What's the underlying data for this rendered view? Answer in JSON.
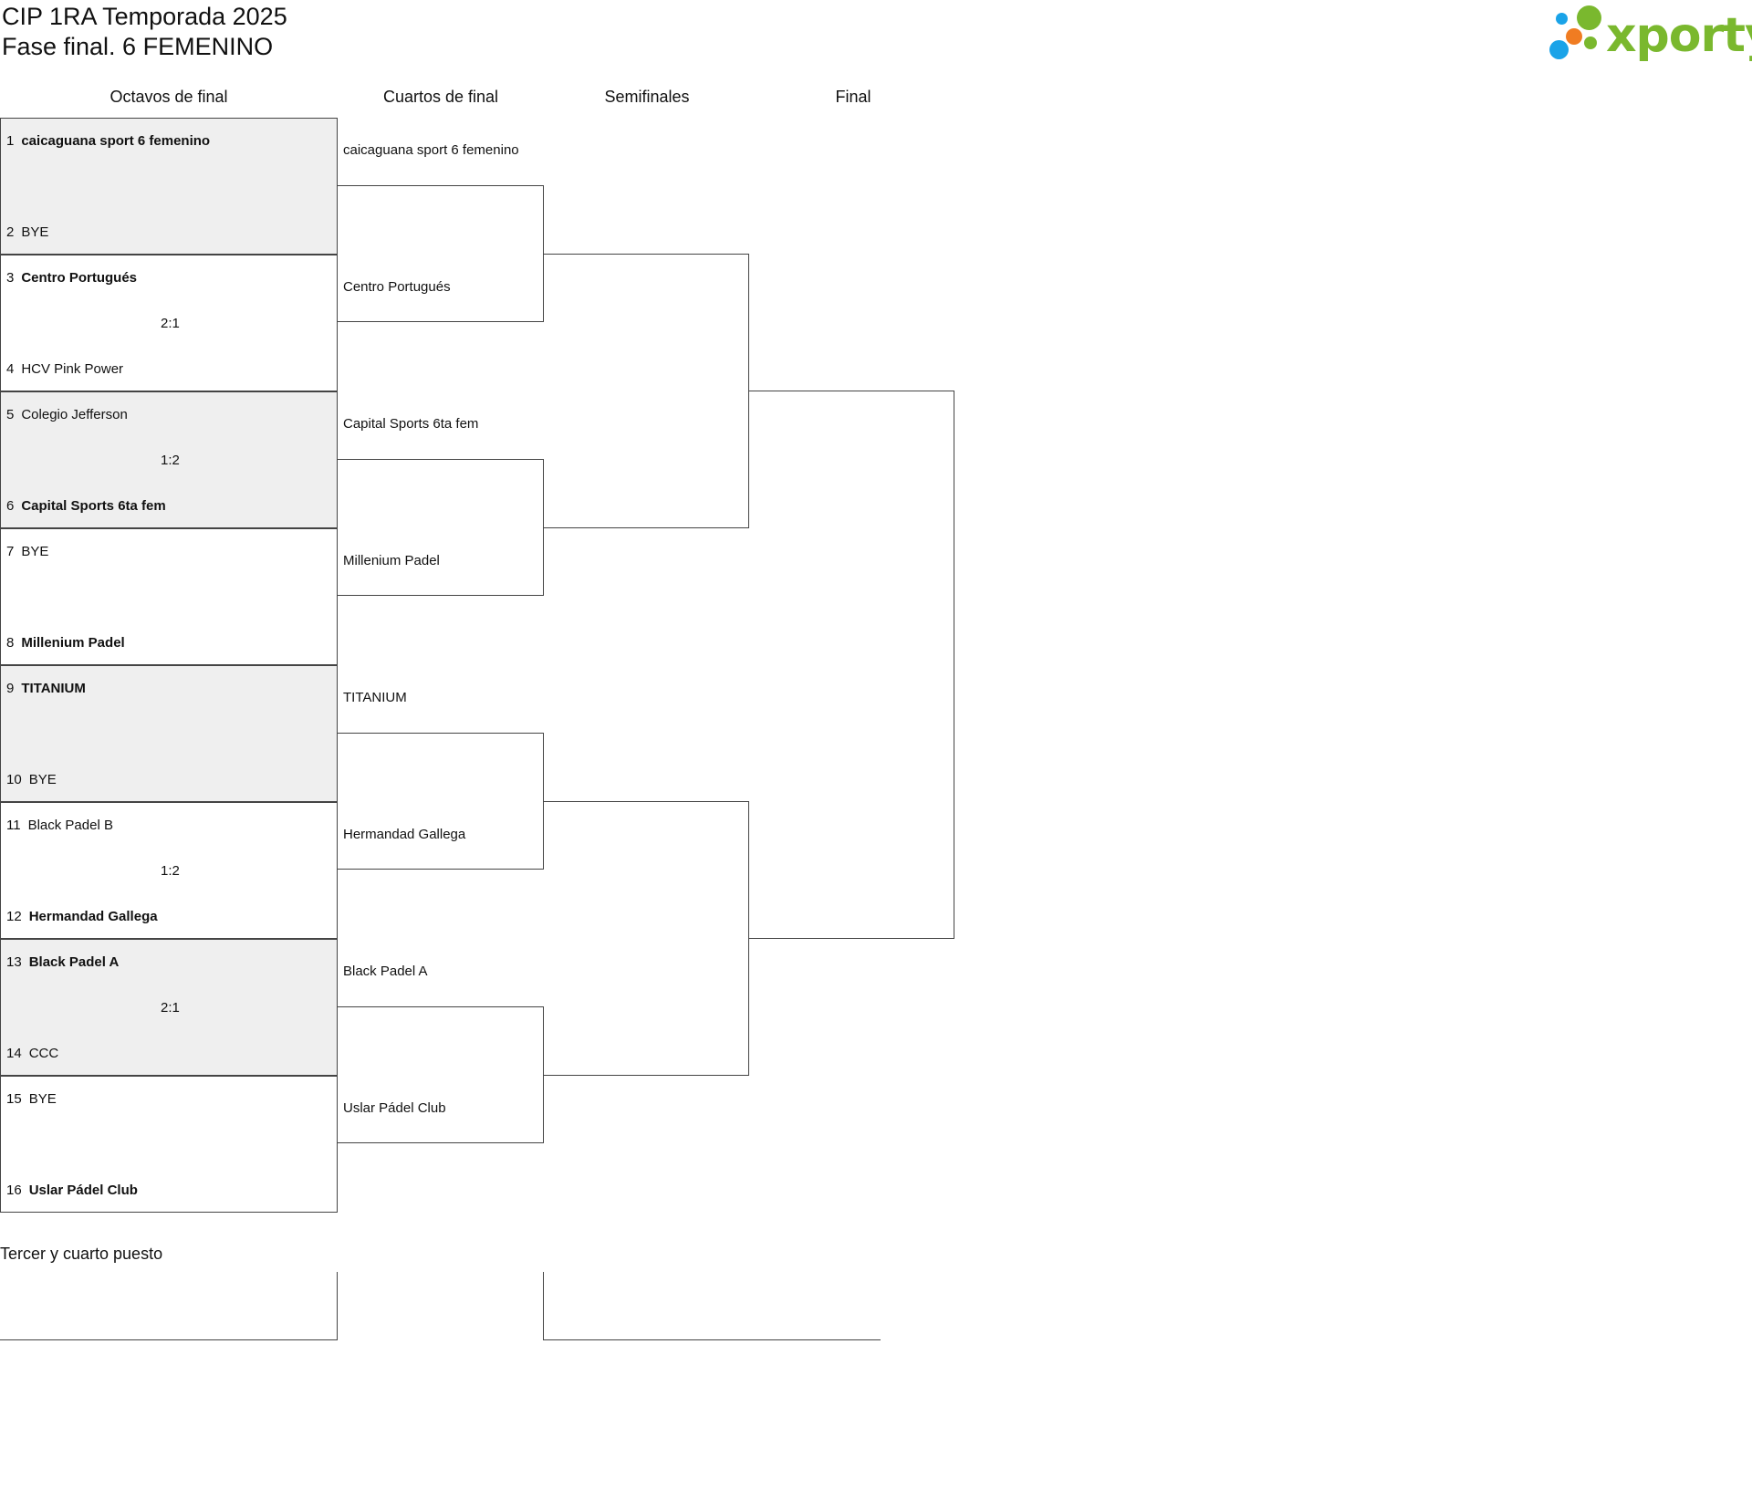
{
  "header": {
    "title_line1": "CIP 1RA Temporada 2025",
    "title_line2": "Fase final. 6 FEMENINO",
    "logo_text": "xporty"
  },
  "colors": {
    "logo_green": "#7ab82e",
    "logo_blue": "#1aa3e8",
    "logo_orange": "#f07c22",
    "shade": "#efefef"
  },
  "rounds": [
    "Octavos de final",
    "Cuartos de final",
    "Semifinales",
    "Final"
  ],
  "octavos": [
    {
      "top": {
        "seed": "1",
        "name": "caicaguana sport 6 femenino"
      },
      "bottom": {
        "seed": "2",
        "name": "BYE"
      },
      "score": ""
    },
    {
      "top": {
        "seed": "3",
        "name": "Centro Portugués"
      },
      "bottom": {
        "seed": "4",
        "name": "HCV Pink Power"
      },
      "score": "2:1"
    },
    {
      "top": {
        "seed": "5",
        "name": "Colegio Jefferson"
      },
      "bottom": {
        "seed": "6",
        "name": "Capital Sports 6ta fem"
      },
      "score": "1:2"
    },
    {
      "top": {
        "seed": "7",
        "name": "BYE"
      },
      "bottom": {
        "seed": "8",
        "name": "Millenium Padel"
      },
      "score": ""
    },
    {
      "top": {
        "seed": "9",
        "name": "TITANIUM"
      },
      "bottom": {
        "seed": "10",
        "name": "BYE"
      },
      "score": ""
    },
    {
      "top": {
        "seed": "11",
        "name": "Black Padel B"
      },
      "bottom": {
        "seed": "12",
        "name": "Hermandad Gallega"
      },
      "score": "1:2"
    },
    {
      "top": {
        "seed": "13",
        "name": "Black Padel A"
      },
      "bottom": {
        "seed": "14",
        "name": "CCC"
      },
      "score": "2:1"
    },
    {
      "top": {
        "seed": "15",
        "name": "BYE"
      },
      "bottom": {
        "seed": "16",
        "name": "Uslar Pádel Club"
      },
      "score": ""
    }
  ],
  "cuartos_teams": [
    "caicaguana sport 6 femenino",
    "Centro Portugués",
    "Capital Sports 6ta fem",
    "Millenium Padel",
    "TITANIUM",
    "Hermandad Gallega",
    "Black Padel A",
    "Uslar Pádel Club"
  ],
  "third_place_label": "Tercer y cuarto puesto"
}
